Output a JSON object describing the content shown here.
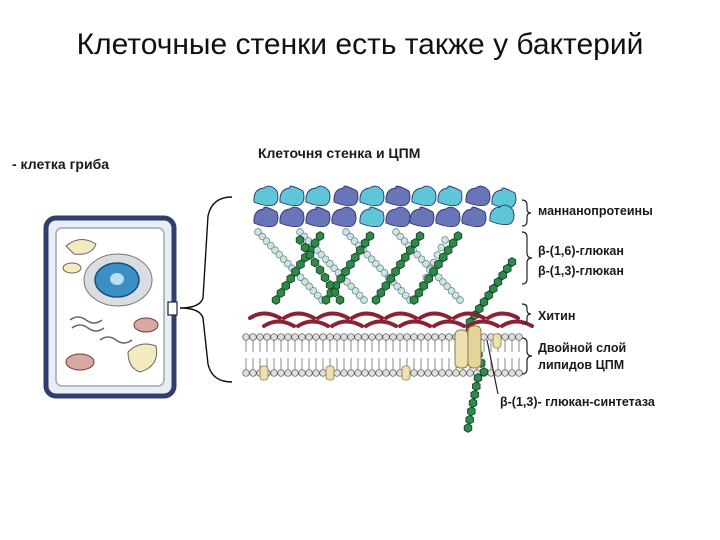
{
  "slide": {
    "title": "Клеточные стенки есть также у бактерий"
  },
  "diagram": {
    "cell_label": "- клетка гриба",
    "wall_title": "Клеточня стенка и ЦПМ",
    "labels": {
      "mannoproteins": "маннанопротеины",
      "glucan_16": "β-(1,6)-глюкан",
      "glucan_13": "β-(1,3)-глюкан",
      "chitin": "Хитин",
      "bilayer_line1": "Двойной слой",
      "bilayer_line2": "липидов ЦПМ",
      "synthase": "β-(1,3)- глюкан-синтетаза"
    },
    "colors": {
      "mannoprotein_dark": "#6a74b8",
      "mannoprotein_light": "#5fc6d8",
      "glucan_16": "#cfe3e3",
      "glucan_13": "#2e8a4a",
      "chitin": "#8b2234",
      "lipid_head": "#dedede",
      "protein": "#efe0b0",
      "cell_border": "#2e3f6e",
      "nucleus": "#3a8fc4"
    }
  }
}
